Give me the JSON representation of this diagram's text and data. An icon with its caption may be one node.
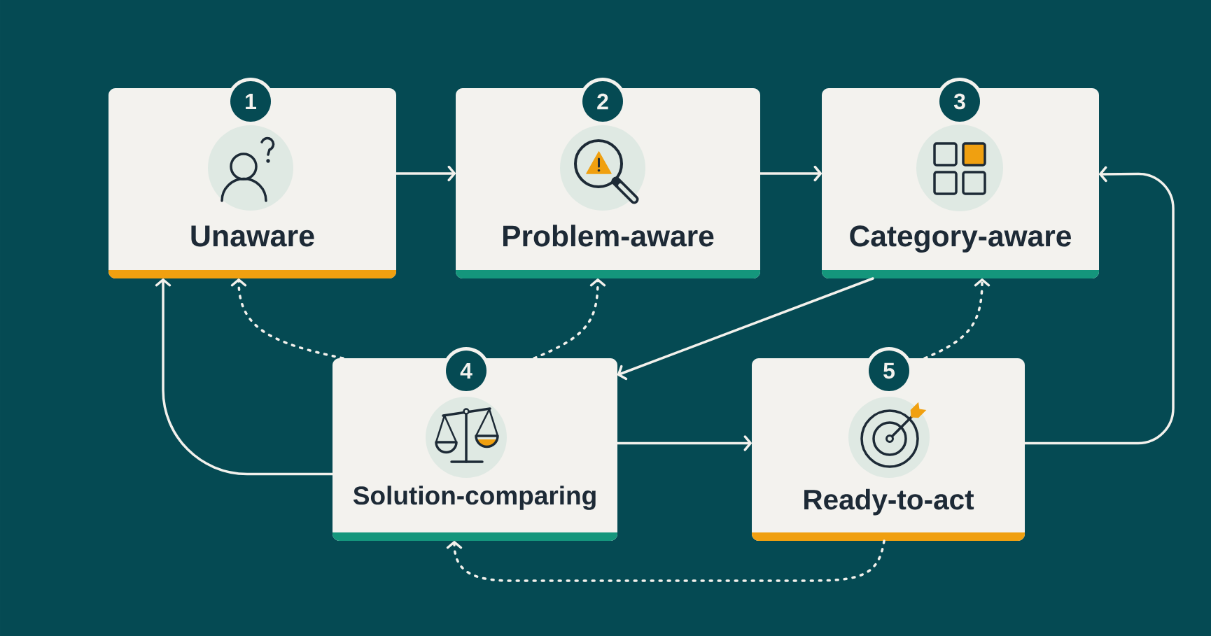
{
  "diagram": {
    "nodes": [
      {
        "text": [
          "1",
          "Unaware"
        ]
      },
      {
        "text": [
          "2",
          "Problem-aware"
        ]
      },
      {
        "text": [
          "3",
          "Category-aware"
        ]
      },
      {
        "text": [
          "4",
          "Solution-comparing"
        ]
      },
      {
        "text": [
          "5",
          "Ready-to-act"
        ]
      }
    ],
    "edges": [
      {
        "from": 0,
        "to": 1,
        "arrow": "to"
      },
      {
        "from": 1,
        "to": 2,
        "arrow": "to"
      },
      {
        "from": 2,
        "to": 3,
        "arrow": "to"
      },
      {
        "from": 3,
        "to": 4,
        "arrow": "to"
      },
      {
        "from": 4,
        "to": 2,
        "arrow": "to"
      },
      {
        "from": 3,
        "to": 0,
        "arrow": "to"
      },
      {
        "from": 3,
        "to": 0,
        "arrow": "to",
        "style": "dashed"
      },
      {
        "from": 3,
        "to": 1,
        "arrow": "to",
        "style": "dashed"
      },
      {
        "from": 4,
        "to": 2,
        "arrow": "to",
        "style": "dashed"
      },
      {
        "from": 4,
        "to": 3,
        "arrow": "to",
        "style": "dashed"
      }
    ]
  }
}
